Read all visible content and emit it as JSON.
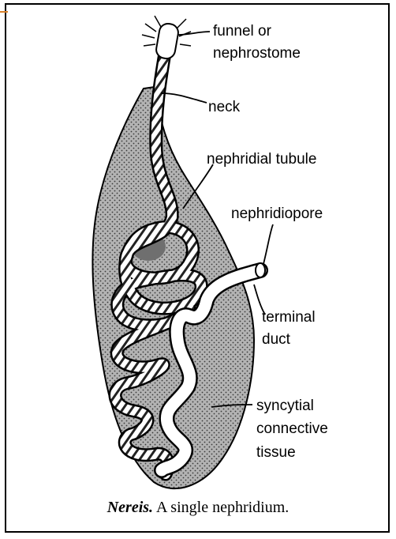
{
  "labels": {
    "funnel_line1": "funnel or",
    "funnel_line2": "nephrostome",
    "neck": "neck",
    "tubule": "nephridial tubule",
    "nephridiopore": "nephridiopore",
    "terminal_line1": "terminal",
    "terminal_line2": "duct",
    "syncytial_line1": "syncytial",
    "syncytial_line2": "connective",
    "syncytial_line3": "tissue"
  },
  "caption": {
    "genus": "Nereis.",
    "text": "A single nephridium."
  },
  "colors": {
    "stroke": "#000000",
    "body_fill": "#b9b9b9",
    "duct_fill": "#ffffff",
    "accent_mark": "#d9822b"
  }
}
